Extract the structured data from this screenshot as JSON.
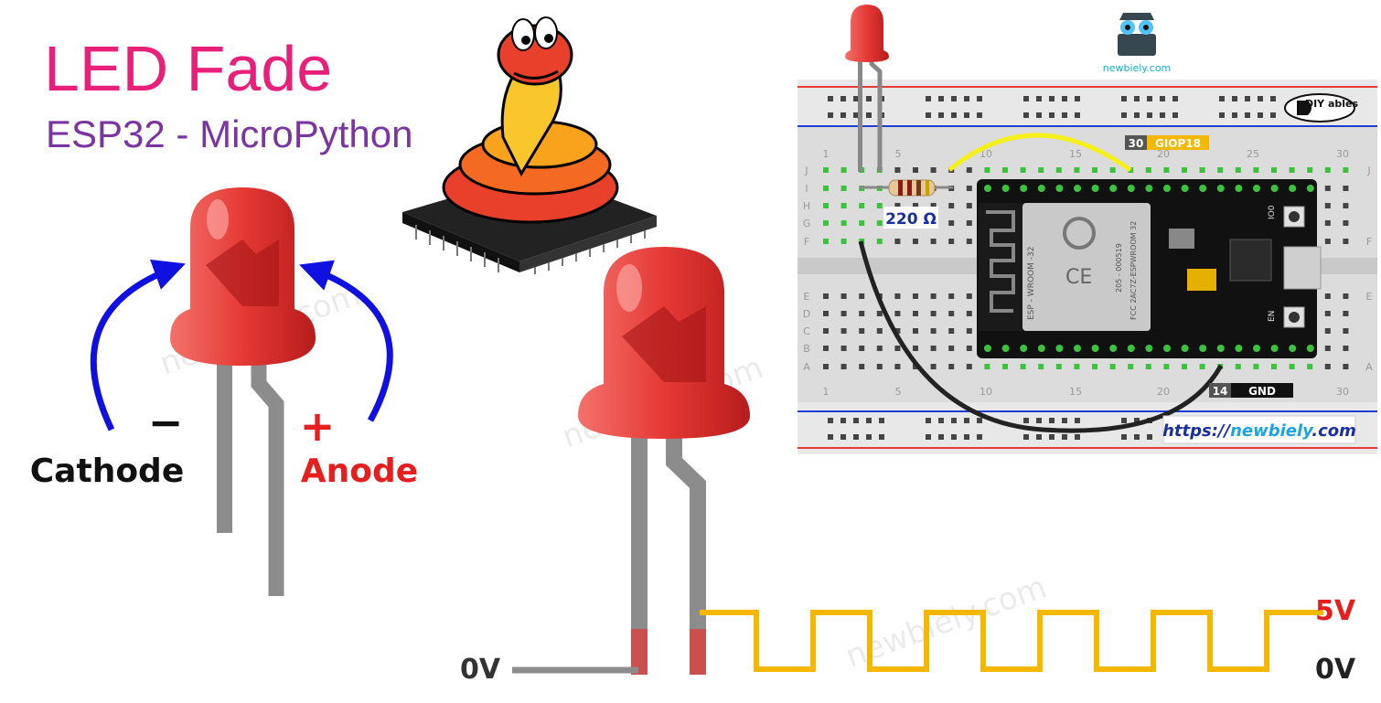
{
  "header": {
    "title": "LED Fade",
    "subtitle": "ESP32 - MicroPython"
  },
  "led_pinout": {
    "cathode_sign": "−",
    "anode_sign": "+",
    "cathode_label": "Cathode",
    "anode_label": "Anode"
  },
  "signal": {
    "high_label": "5V",
    "low_label": "0V",
    "ground_label": "0V",
    "pulses": 5
  },
  "breadboard": {
    "brand": "newbiely.com",
    "diy_logo": "DIY ables",
    "resistor_label": "220 Ω",
    "pin_data_number": "30",
    "pin_data_name": "GIOP18",
    "pin_gnd_number": "14",
    "pin_gnd_name": "GND",
    "url_prefix": "https://",
    "url_brand": "newbiely",
    "url_suffix": ".com",
    "column_numbers": [
      "1",
      "5",
      "10",
      "15",
      "20",
      "25",
      "30"
    ],
    "row_letters_top": [
      "J",
      "I",
      "H",
      "G",
      "F"
    ],
    "row_letters_bottom": [
      "E",
      "D",
      "C",
      "B",
      "A"
    ],
    "module_labels": [
      "ESP - WROOM -32",
      "FCC 2AC7Z-ESPWROOM 32",
      "205 - 000519",
      "IO0",
      "EN"
    ]
  },
  "watermark": "newbiely.com",
  "colors": {
    "title": "#e8207a",
    "subtitle": "#7a35a0",
    "arrow": "#1010e0",
    "anode": "#e61e1e",
    "signal": "#f5b800",
    "led": "#e53935"
  }
}
